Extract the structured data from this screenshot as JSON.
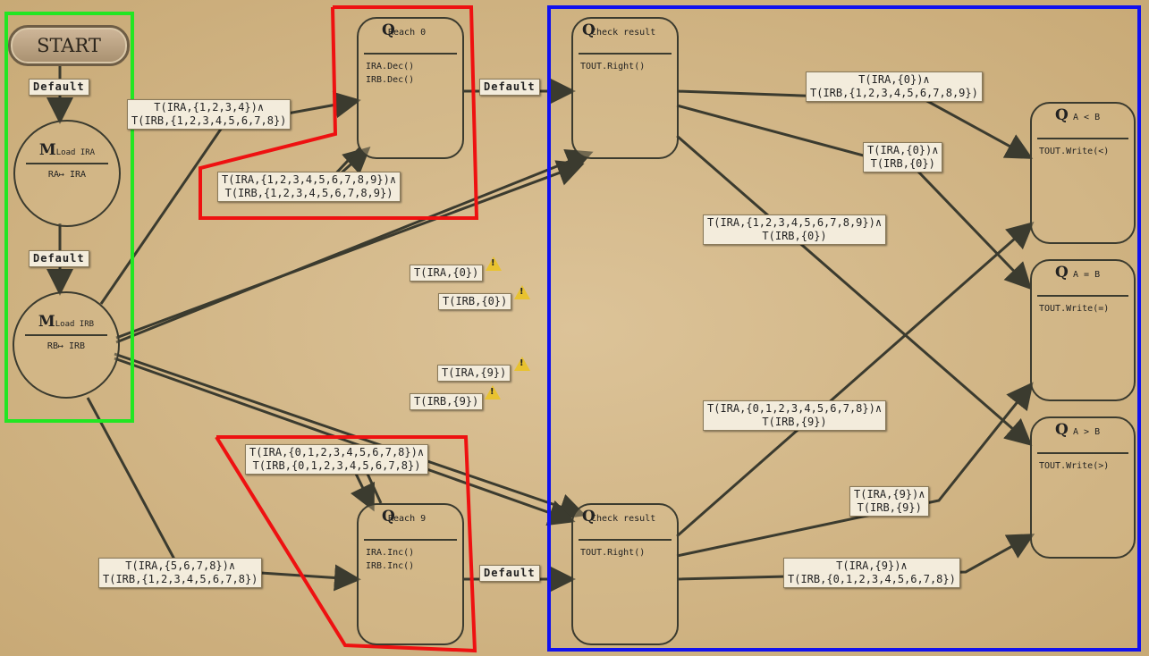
{
  "start": {
    "label": "START"
  },
  "machines": {
    "load_ira": {
      "title_big": "M",
      "title_small": "Load IRA",
      "action": "RA↦ IRA"
    },
    "load_irb": {
      "title_big": "M",
      "title_small": "Load IRB",
      "action": "RB↦ IRB"
    }
  },
  "states": {
    "reach0": {
      "title_big": "Q",
      "title_small": "Reach 0",
      "actions": [
        "IRA.Dec()",
        "IRB.Dec()"
      ]
    },
    "reach9": {
      "title_big": "Q",
      "title_small": "Reach 9",
      "actions": [
        "IRA.Inc()",
        "IRB.Inc()"
      ]
    },
    "check_top": {
      "title_big": "Q",
      "title_small": "Check result",
      "actions": [
        "TOUT.Right()"
      ]
    },
    "check_bottom": {
      "title_big": "Q",
      "title_small": "Check result",
      "actions": [
        "TOUT.Right()"
      ]
    },
    "a_lt_b": {
      "title_big": "Q",
      "title_small": "A < B",
      "actions": [
        "TOUT.Write(<)"
      ]
    },
    "a_eq_b": {
      "title_big": "Q",
      "title_small": "A = B",
      "actions": [
        "TOUT.Write(=)"
      ]
    },
    "a_gt_b": {
      "title_big": "Q",
      "title_small": "A > B",
      "actions": [
        "TOUT.Write(>)"
      ]
    }
  },
  "labels": {
    "default_1": "Default",
    "default_2": "Default",
    "default_3": "Default",
    "default_4": "Default",
    "to_reach0": [
      "T(IRA,{1,2,3,4})∧",
      "T(IRB,{1,2,3,4,5,6,7,8})"
    ],
    "reach0_loop": [
      "T(IRA,{1,2,3,4,5,6,7,8,9})∧",
      "T(IRB,{1,2,3,4,5,6,7,8,9})"
    ],
    "ira0": "T(IRA,{0})",
    "irb0": "T(IRB,{0})",
    "ira9": "T(IRA,{9})",
    "irb9": "T(IRB,{9})",
    "reach9_loop": [
      "T(IRA,{0,1,2,3,4,5,6,7,8})∧",
      "T(IRB,{0,1,2,3,4,5,6,7,8})"
    ],
    "to_reach9": [
      "T(IRA,{5,6,7,8})∧",
      "T(IRB,{1,2,3,4,5,6,7,8})"
    ],
    "top_lt": [
      "T(IRA,{0})∧",
      "T(IRB,{1,2,3,4,5,6,7,8,9})"
    ],
    "top_eq": [
      "T(IRA,{0})∧",
      "T(IRB,{0})"
    ],
    "top_gt": [
      "T(IRA,{1,2,3,4,5,6,7,8,9})∧",
      "T(IRB,{0})"
    ],
    "bot_lt": [
      "T(IRA,{0,1,2,3,4,5,6,7,8})∧",
      "T(IRB,{9})"
    ],
    "bot_eq": [
      "T(IRA,{9})∧",
      "T(IRB,{9})"
    ],
    "bot_gt": [
      "T(IRA,{9})∧",
      "T(IRB,{0,1,2,3,4,5,6,7,8})"
    ]
  },
  "colors": {
    "green_box": "#22e622",
    "red_box": "#ee1111",
    "blue_box": "#1111ee",
    "line": "#3b3b2f",
    "warning": "#e8c230"
  }
}
